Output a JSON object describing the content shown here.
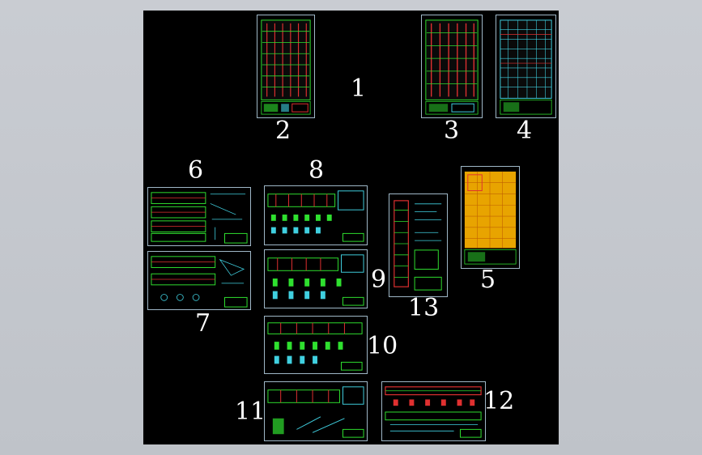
{
  "drawing_labels": {
    "l1": "1",
    "l2": "2",
    "l3": "3",
    "l4": "4",
    "l5": "5",
    "l6": "6",
    "l7": "7",
    "l8": "8",
    "l9": "9",
    "l10": "10",
    "l11": "11",
    "l12": "12",
    "l13": "13"
  },
  "colors": {
    "viewport_background": "#000000",
    "sheet_border": "#9fb7c7",
    "drawing_green": "#2fe02f",
    "drawing_red": "#e03030",
    "drawing_cyan": "#40d0e0",
    "sheet5_fill": "#e8a400",
    "label_text": "#ffffff"
  },
  "sheets": [
    {
      "id": "sheet-2",
      "type": "floor-plan-red"
    },
    {
      "id": "sheet-3",
      "type": "floor-plan-red"
    },
    {
      "id": "sheet-4",
      "type": "grid-plan"
    },
    {
      "id": "sheet-5",
      "type": "orange-plan"
    },
    {
      "id": "sheet-6",
      "type": "elevation-detail"
    },
    {
      "id": "sheet-7",
      "type": "elevation-detail"
    },
    {
      "id": "sheet-8",
      "type": "section-detail"
    },
    {
      "id": "sheet-9",
      "type": "section-detail"
    },
    {
      "id": "sheet-10",
      "type": "section-detail"
    },
    {
      "id": "sheet-11",
      "type": "section-detail"
    },
    {
      "id": "sheet-12",
      "type": "section-detail-red"
    },
    {
      "id": "sheet-13",
      "type": "column-detail"
    }
  ]
}
